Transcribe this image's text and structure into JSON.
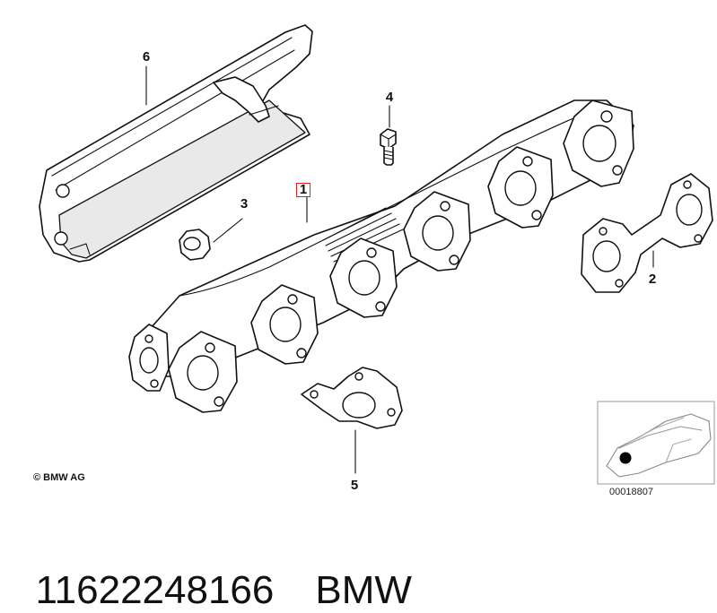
{
  "callouts": [
    {
      "id": "1",
      "label": "1"
    },
    {
      "id": "2",
      "label": "2"
    },
    {
      "id": "3",
      "label": "3"
    },
    {
      "id": "4",
      "label": "4"
    },
    {
      "id": "5",
      "label": "5"
    },
    {
      "id": "6",
      "label": "6"
    }
  ],
  "highlighted_callout": "1",
  "highlight_color": "#e02020",
  "copyright": "© BMW AG",
  "reference_code": "00018807",
  "part_number": "11622248166",
  "brand": "BMW"
}
